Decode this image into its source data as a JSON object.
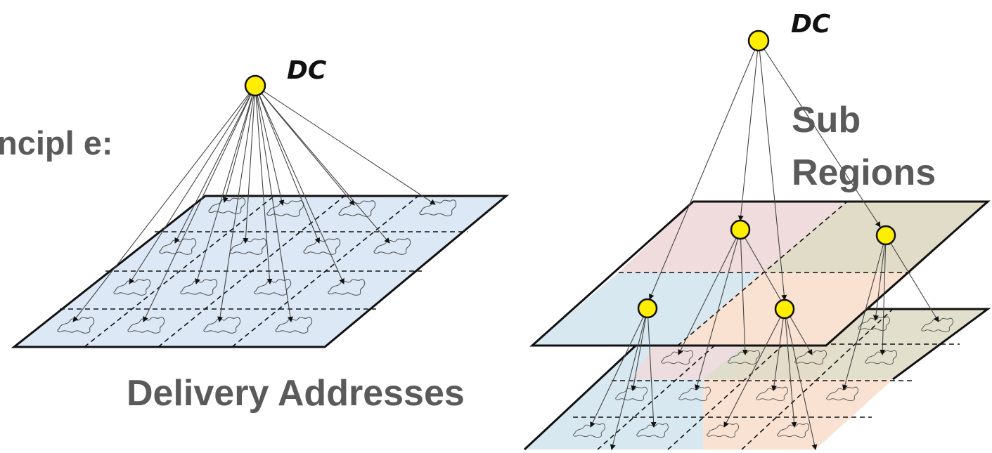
{
  "labels": {
    "principle_fragment": "ncipl e:",
    "dc_left": "DC",
    "dc_right": "DC",
    "sub_regions_line1": "Sub",
    "sub_regions_line2": "Regions",
    "delivery_addresses": "Delivery Addresses"
  },
  "colors": {
    "depot": "#ffee00",
    "plane_left": "#dce8f5",
    "region_pink": "#f0dcdc",
    "region_olive": "#e0dcc8",
    "region_blue": "#d8e8f0",
    "region_peach": "#fae2d2",
    "label_gray": "#5a5a5a",
    "edge": "#444444"
  }
}
